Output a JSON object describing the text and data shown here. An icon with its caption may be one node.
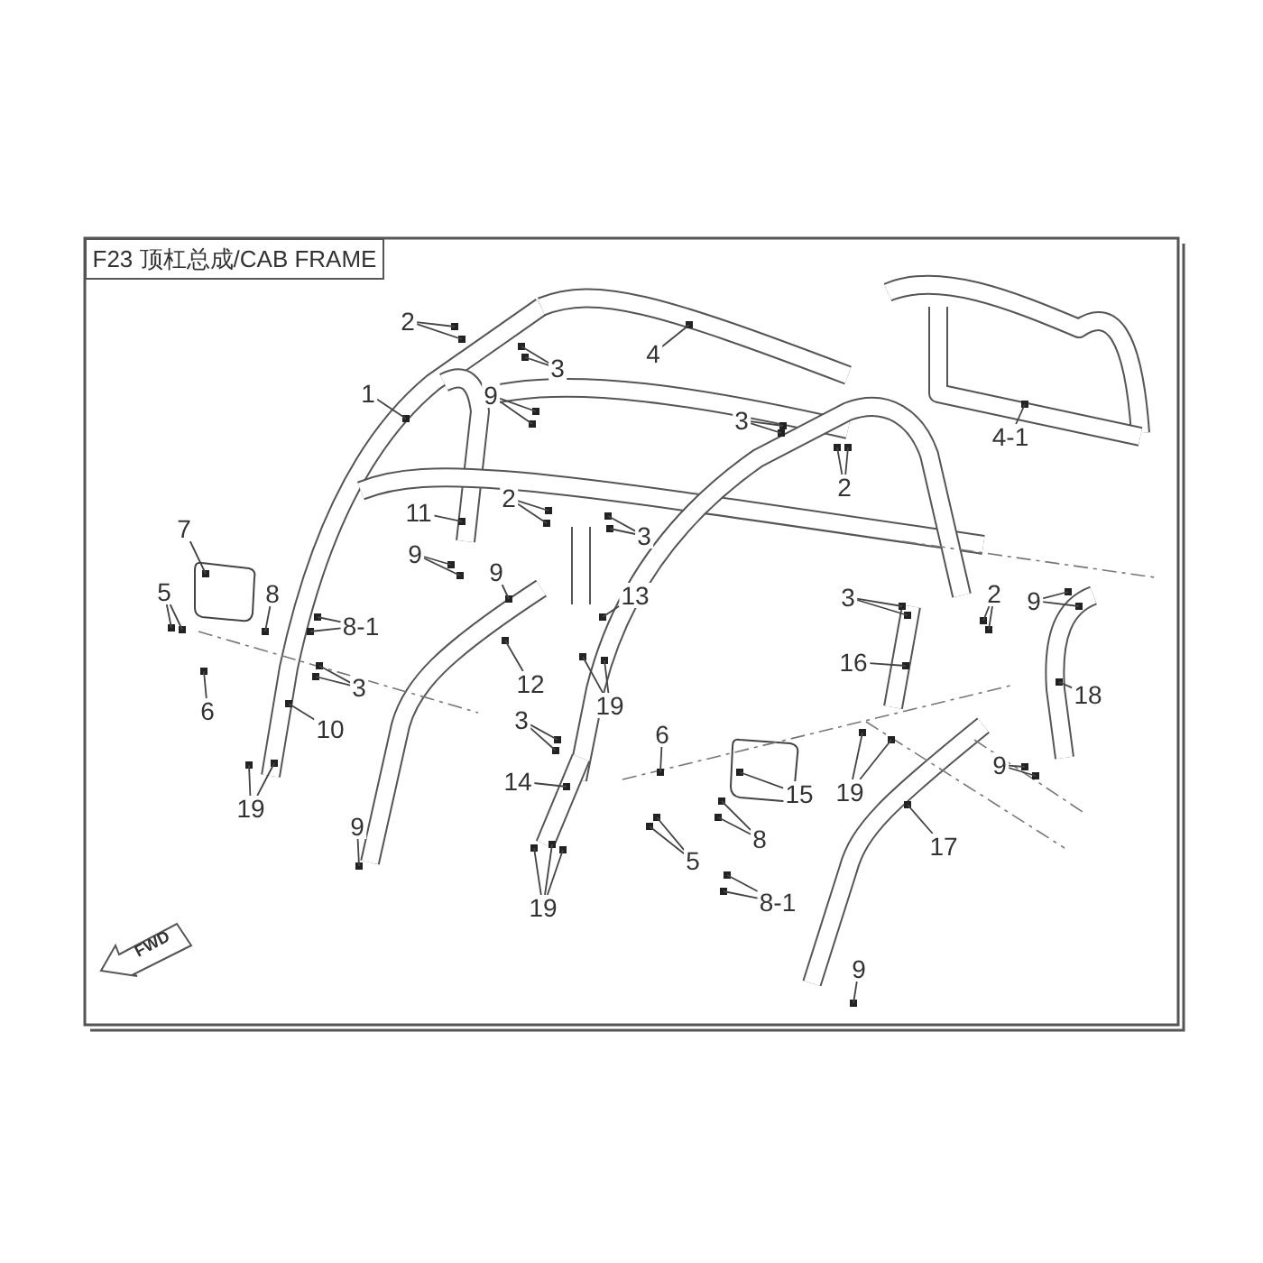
{
  "diagram": {
    "title": "F23 顶杠总成/CAB FRAME",
    "nodes": [
      {
        "text": [
          "2"
        ]
      },
      {
        "text": [
          "3"
        ]
      },
      {
        "text": [
          "1"
        ]
      },
      {
        "text": [
          "4"
        ]
      },
      {
        "text": [
          "9"
        ]
      },
      {
        "text": [
          "3"
        ]
      },
      {
        "text": [
          "2"
        ]
      },
      {
        "text": [
          "4-1"
        ]
      },
      {
        "text": [
          "11"
        ]
      },
      {
        "text": [
          "2"
        ]
      },
      {
        "text": [
          "3"
        ]
      },
      {
        "text": [
          "9"
        ]
      },
      {
        "text": [
          "9"
        ]
      },
      {
        "text": [
          "7"
        ]
      },
      {
        "text": [
          "5"
        ]
      },
      {
        "text": [
          "8"
        ]
      },
      {
        "text": [
          "8-1"
        ]
      },
      {
        "text": [
          "13"
        ]
      },
      {
        "text": [
          "3"
        ]
      },
      {
        "text": [
          "2"
        ]
      },
      {
        "text": [
          "9"
        ]
      },
      {
        "text": [
          "6"
        ]
      },
      {
        "text": [
          "3"
        ]
      },
      {
        "text": [
          "10"
        ]
      },
      {
        "text": [
          "12"
        ]
      },
      {
        "text": [
          "16"
        ]
      },
      {
        "text": [
          "18"
        ]
      },
      {
        "text": [
          "19"
        ]
      },
      {
        "text": [
          "19"
        ]
      },
      {
        "text": [
          "3"
        ]
      },
      {
        "text": [
          "14"
        ]
      },
      {
        "text": [
          "6"
        ]
      },
      {
        "text": [
          "15"
        ]
      },
      {
        "text": [
          "19"
        ]
      },
      {
        "text": [
          "9"
        ]
      },
      {
        "text": [
          "19"
        ]
      },
      {
        "text": [
          "9"
        ]
      },
      {
        "text": [
          "5"
        ]
      },
      {
        "text": [
          "8"
        ]
      },
      {
        "text": [
          "17"
        ]
      },
      {
        "text": [
          "8-1"
        ]
      },
      {
        "text": [
          "9"
        ]
      },
      {
        "text": [
          "FWD"
        ]
      }
    ],
    "edges": [
      {
        "from": 0,
        "to": null,
        "arrow": "none"
      },
      {
        "from": 0,
        "to": null,
        "arrow": "none"
      },
      {
        "from": 1,
        "to": null,
        "arrow": "none"
      },
      {
        "from": 1,
        "to": null,
        "arrow": "none"
      },
      {
        "from": 2,
        "to": null,
        "arrow": "none"
      },
      {
        "from": 3,
        "to": null,
        "arrow": "none"
      },
      {
        "from": 4,
        "to": null,
        "arrow": "none"
      },
      {
        "from": 4,
        "to": null,
        "arrow": "none"
      },
      {
        "from": 5,
        "to": null,
        "arrow": "none"
      },
      {
        "from": 5,
        "to": null,
        "arrow": "none"
      },
      {
        "from": 6,
        "to": null,
        "arrow": "none"
      },
      {
        "from": 6,
        "to": null,
        "arrow": "none"
      },
      {
        "from": 7,
        "to": null,
        "arrow": "none"
      },
      {
        "from": 8,
        "to": null,
        "arrow": "none"
      },
      {
        "from": 9,
        "to": null,
        "arrow": "none"
      },
      {
        "from": 9,
        "to": null,
        "arrow": "none"
      },
      {
        "from": 10,
        "to": null,
        "arrow": "none"
      },
      {
        "from": 10,
        "to": null,
        "arrow": "none"
      },
      {
        "from": 11,
        "to": null,
        "arrow": "none"
      },
      {
        "from": 11,
        "to": null,
        "arrow": "none"
      },
      {
        "from": 12,
        "to": null,
        "arrow": "none"
      },
      {
        "from": 13,
        "to": null,
        "arrow": "none"
      },
      {
        "from": 14,
        "to": null,
        "arrow": "none"
      },
      {
        "from": 14,
        "to": null,
        "arrow": "none"
      },
      {
        "from": 15,
        "to": null,
        "arrow": "none"
      },
      {
        "from": 16,
        "to": null,
        "arrow": "none"
      },
      {
        "from": 16,
        "to": null,
        "arrow": "none"
      },
      {
        "from": 17,
        "to": null,
        "arrow": "none"
      },
      {
        "from": 18,
        "to": null,
        "arrow": "none"
      },
      {
        "from": 18,
        "to": null,
        "arrow": "none"
      },
      {
        "from": 19,
        "to": null,
        "arrow": "none"
      },
      {
        "from": 19,
        "to": null,
        "arrow": "none"
      },
      {
        "from": 20,
        "to": null,
        "arrow": "none"
      },
      {
        "from": 20,
        "to": null,
        "arrow": "none"
      },
      {
        "from": 21,
        "to": null,
        "arrow": "none"
      },
      {
        "from": 22,
        "to": null,
        "arrow": "none"
      },
      {
        "from": 22,
        "to": null,
        "arrow": "none"
      },
      {
        "from": 23,
        "to": null,
        "arrow": "none"
      },
      {
        "from": 24,
        "to": null,
        "arrow": "none"
      },
      {
        "from": 25,
        "to": null,
        "arrow": "none"
      },
      {
        "from": 26,
        "to": null,
        "arrow": "none"
      },
      {
        "from": 27,
        "to": null,
        "arrow": "none"
      },
      {
        "from": 27,
        "to": null,
        "arrow": "none"
      },
      {
        "from": 28,
        "to": null,
        "arrow": "none"
      },
      {
        "from": 28,
        "to": null,
        "arrow": "none"
      },
      {
        "from": 29,
        "to": null,
        "arrow": "none"
      },
      {
        "from": 29,
        "to": null,
        "arrow": "none"
      },
      {
        "from": 30,
        "to": null,
        "arrow": "none"
      },
      {
        "from": 31,
        "to": null,
        "arrow": "none"
      },
      {
        "from": 32,
        "to": null,
        "arrow": "none"
      },
      {
        "from": 33,
        "to": null,
        "arrow": "none"
      },
      {
        "from": 33,
        "to": null,
        "arrow": "none"
      },
      {
        "from": 34,
        "to": null,
        "arrow": "none"
      },
      {
        "from": 34,
        "to": null,
        "arrow": "none"
      },
      {
        "from": 35,
        "to": null,
        "arrow": "none"
      },
      {
        "from": 35,
        "to": null,
        "arrow": "none"
      },
      {
        "from": 35,
        "to": null,
        "arrow": "none"
      },
      {
        "from": 36,
        "to": null,
        "arrow": "none"
      },
      {
        "from": 37,
        "to": null,
        "arrow": "none"
      },
      {
        "from": 37,
        "to": null,
        "arrow": "none"
      },
      {
        "from": 38,
        "to": null,
        "arrow": "none"
      },
      {
        "from": 38,
        "to": null,
        "arrow": "none"
      },
      {
        "from": 39,
        "to": null,
        "arrow": "none"
      },
      {
        "from": 40,
        "to": null,
        "arrow": "none"
      },
      {
        "from": 40,
        "to": null,
        "arrow": "none"
      },
      {
        "from": 41,
        "to": null,
        "arrow": "none"
      }
    ]
  }
}
